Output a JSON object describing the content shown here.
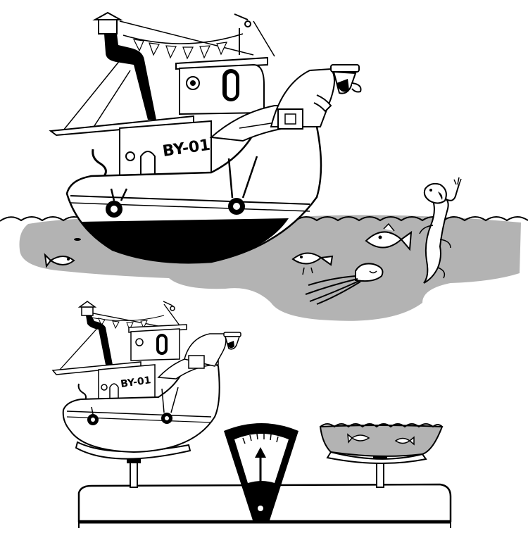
{
  "illustration": {
    "boat_name": "BY-01",
    "colors": {
      "ink": "#000000",
      "water": "#b3b3b3",
      "paper": "#ffffff"
    },
    "icons": [
      "steamboat",
      "captain",
      "flag-bunting",
      "weather-vane",
      "fish",
      "octopus",
      "sea-serpent",
      "balance-scale",
      "scale-needle"
    ],
    "scale": {
      "needle_direction": "up"
    }
  }
}
